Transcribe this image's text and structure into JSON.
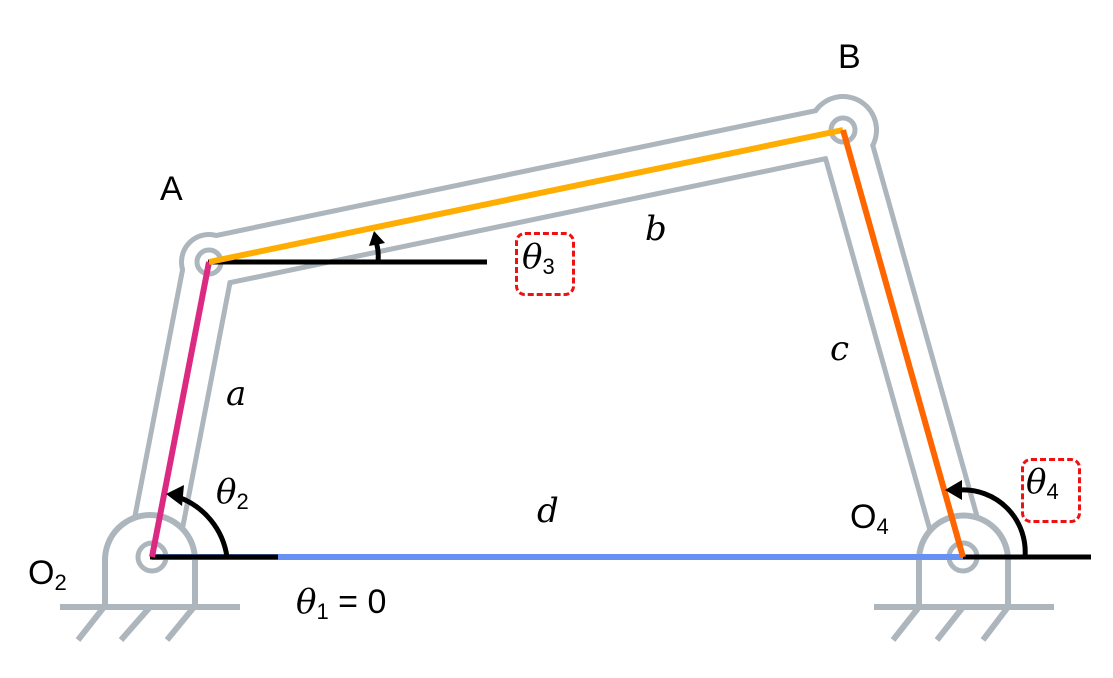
{
  "points": {
    "A": "A",
    "B": "B",
    "O2": "O",
    "O2_sub": "2",
    "O4": "O",
    "O4_sub": "4"
  },
  "links": {
    "a": "a",
    "b": "b",
    "c": "c",
    "d": "d"
  },
  "angles": {
    "theta": "θ",
    "theta1_sub": "1",
    "theta1_eq": " = 0",
    "theta2_sub": "2",
    "theta3_sub": "3",
    "theta4_sub": "4"
  },
  "colors": {
    "link_a": "#dc2a82",
    "link_b": "#ffad00",
    "link_c": "#ff6600",
    "link_d": "#6991f2",
    "frame": "#adb5bd",
    "highlight_box": "#ee1111"
  }
}
